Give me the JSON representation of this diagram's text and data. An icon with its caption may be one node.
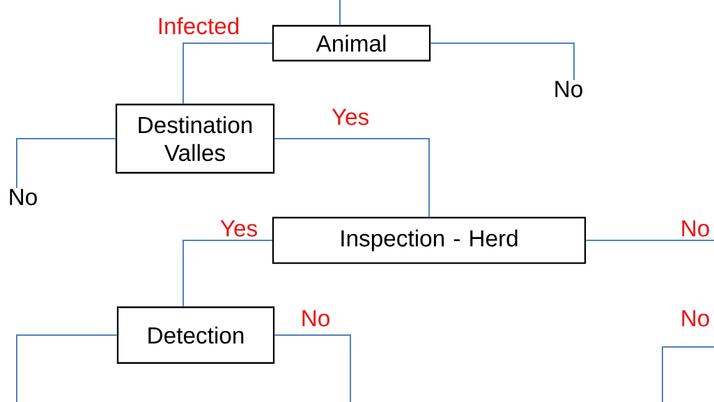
{
  "diagram": {
    "nodes": [
      {
        "text": [
          "Animal"
        ]
      },
      {
        "text": [
          "Destination Valles"
        ]
      },
      {
        "text": [
          "Inspection - Herd"
        ]
      },
      {
        "text": [
          "Detection"
        ]
      },
      {
        "text": [
          "No"
        ]
      },
      {
        "text": [
          "No"
        ]
      }
    ],
    "edges": [
      {
        "from": null,
        "to": 0,
        "arrow": "none"
      },
      {
        "from": 0,
        "to": 1,
        "arrow": "none",
        "label": "Infected"
      },
      {
        "from": 0,
        "to": 4,
        "arrow": "none"
      },
      {
        "from": 1,
        "to": 5,
        "arrow": "none"
      },
      {
        "from": 1,
        "to": 2,
        "arrow": "none",
        "label": "Yes"
      },
      {
        "from": 2,
        "to": 3,
        "arrow": "none",
        "label": "Yes"
      },
      {
        "from": 2,
        "to": null,
        "arrow": "none",
        "label": "No"
      },
      {
        "from": 3,
        "to": null,
        "arrow": "none"
      },
      {
        "from": 3,
        "to": null,
        "arrow": "none",
        "label": "No"
      }
    ],
    "labels": [
      "No"
    ]
  }
}
